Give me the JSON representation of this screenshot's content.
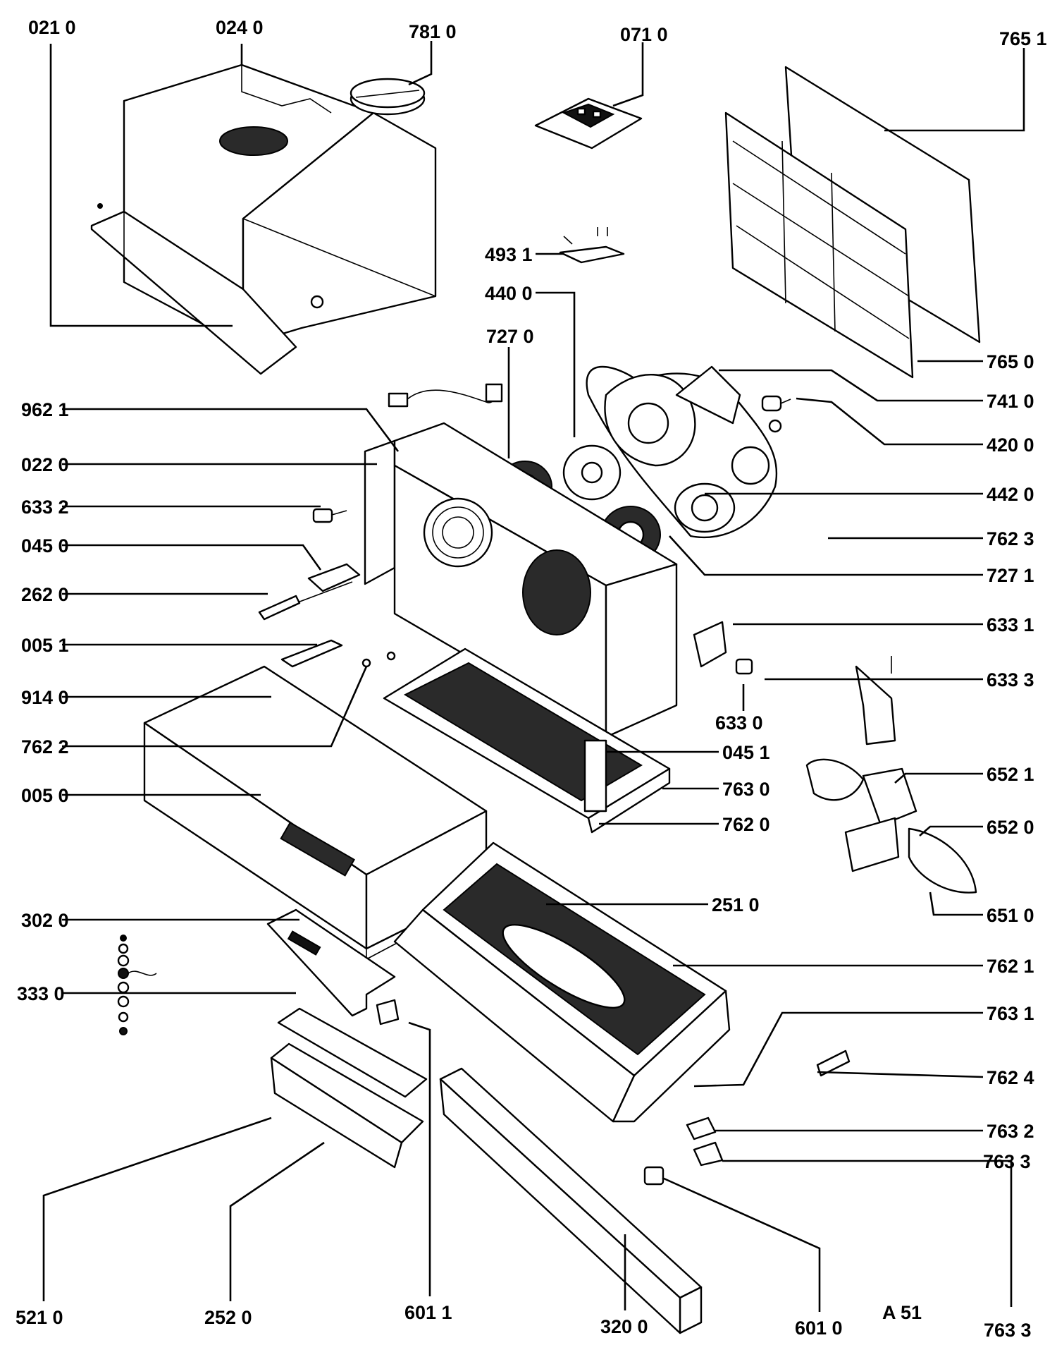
{
  "drawing_ref": "A 51",
  "labels": [
    {
      "id": "021-0",
      "text": "021 0"
    },
    {
      "id": "024-0",
      "text": "024 0"
    },
    {
      "id": "781-0",
      "text": "781 0"
    },
    {
      "id": "071-0",
      "text": "071 0"
    },
    {
      "id": "765-1",
      "text": "765 1"
    },
    {
      "id": "493-1",
      "text": "493 1"
    },
    {
      "id": "440-0",
      "text": "440 0"
    },
    {
      "id": "727-0",
      "text": "727 0"
    },
    {
      "id": "765-0",
      "text": "765 0"
    },
    {
      "id": "741-0",
      "text": "741 0"
    },
    {
      "id": "962-1",
      "text": "962 1"
    },
    {
      "id": "420-0",
      "text": "420 0"
    },
    {
      "id": "022-0",
      "text": "022 0"
    },
    {
      "id": "442-0",
      "text": "442 0"
    },
    {
      "id": "633-2",
      "text": "633 2"
    },
    {
      "id": "762-3",
      "text": "762 3"
    },
    {
      "id": "045-0",
      "text": "045 0"
    },
    {
      "id": "727-1",
      "text": "727 1"
    },
    {
      "id": "262-0",
      "text": "262 0"
    },
    {
      "id": "633-1",
      "text": "633 1"
    },
    {
      "id": "005-1",
      "text": "005 1"
    },
    {
      "id": "633-3",
      "text": "633 3"
    },
    {
      "id": "914-0",
      "text": "914 0"
    },
    {
      "id": "633-0",
      "text": "633 0"
    },
    {
      "id": "762-2",
      "text": "762 2"
    },
    {
      "id": "045-1",
      "text": "045 1"
    },
    {
      "id": "652-1",
      "text": "652 1"
    },
    {
      "id": "005-0",
      "text": "005 0"
    },
    {
      "id": "763-0",
      "text": "763 0"
    },
    {
      "id": "762-0",
      "text": "762 0"
    },
    {
      "id": "652-0",
      "text": "652 0"
    },
    {
      "id": "251-0",
      "text": "251 0"
    },
    {
      "id": "302-0",
      "text": "302 0"
    },
    {
      "id": "651-0",
      "text": "651 0"
    },
    {
      "id": "762-1",
      "text": "762 1"
    },
    {
      "id": "333-0",
      "text": "333 0"
    },
    {
      "id": "763-1",
      "text": "763 1"
    },
    {
      "id": "762-4",
      "text": "762 4"
    },
    {
      "id": "763-2",
      "text": "763 2"
    },
    {
      "id": "763-3-mid",
      "text": "763 3"
    },
    {
      "id": "521-0",
      "text": "521 0"
    },
    {
      "id": "252-0",
      "text": "252 0"
    },
    {
      "id": "601-1",
      "text": "601 1"
    },
    {
      "id": "320-0",
      "text": "320 0"
    },
    {
      "id": "601-0",
      "text": "601 0"
    },
    {
      "id": "763-3-bottom",
      "text": "763 3"
    }
  ]
}
